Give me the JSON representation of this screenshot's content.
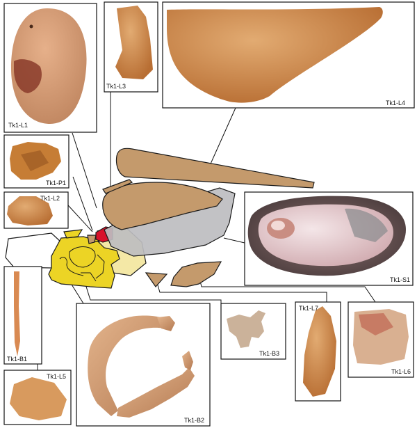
{
  "figure": {
    "panels": [
      {
        "id": "L1",
        "label": "Tk1-L1",
        "object": "rounded-cobble-with-red-residue"
      },
      {
        "id": "L3",
        "label": "Tk1-L3",
        "object": "curved-stone-fragment"
      },
      {
        "id": "L4",
        "label": "Tk1-L4",
        "object": "large-triangular-stone-slab"
      },
      {
        "id": "P1",
        "label": "Tk1-P1",
        "object": "ochre-pigment-lump"
      },
      {
        "id": "L2",
        "label": "Tk1-L2",
        "object": "small-stone-flake"
      },
      {
        "id": "S1",
        "label": "Tk1-S1",
        "object": "abalone-shell"
      },
      {
        "id": "B1",
        "label": "Tk1-B1",
        "object": "bone-point"
      },
      {
        "id": "L5",
        "label": "Tk1-L5",
        "object": "stone-flake"
      },
      {
        "id": "B2",
        "label": "Tk1-B2",
        "object": "bone-fragment"
      },
      {
        "id": "B3",
        "label": "Tk1-B3",
        "object": "vertebra"
      },
      {
        "id": "L7",
        "label": "Tk1-L7",
        "object": "elongated-stone-flake"
      },
      {
        "id": "L6",
        "label": "Tk1-L6",
        "object": "stone-with-red-staining"
      }
    ],
    "colors": {
      "stone_tan": "#c49a6c",
      "stone_outline": "#3a2b1c",
      "bone_yellow": "#ecd425",
      "pale_yellow": "#f5eaa8",
      "shell_grey": "#bdbdc0",
      "ochre_red": "#d8102a",
      "photo_stone": "#c77b3c",
      "photo_shell": "#e6cfcf"
    }
  }
}
